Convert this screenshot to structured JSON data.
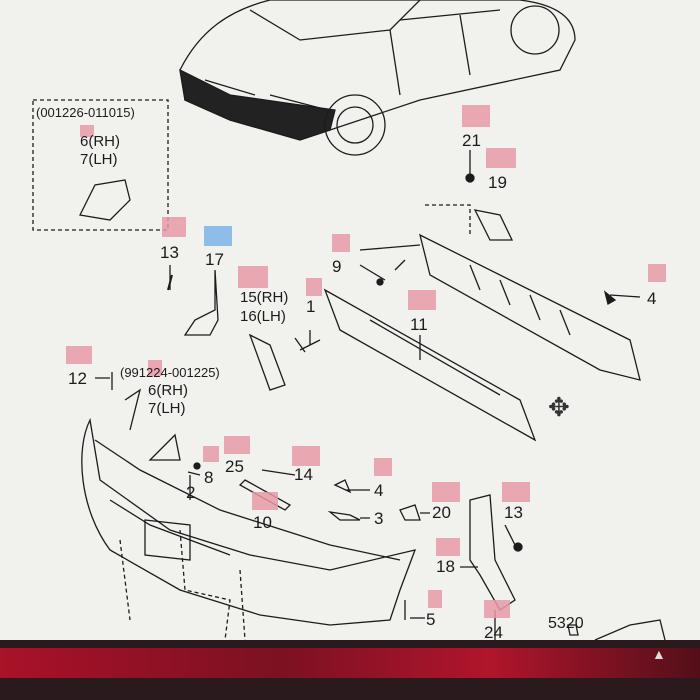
{
  "diagram": {
    "labels": {
      "range_a": "(001226-011015)",
      "p6_rh_a": "6(RH)",
      "p7_lh_a": "7(LH)",
      "p13_a": "13",
      "p17": "17",
      "p21": "21",
      "p19": "19",
      "p9": "9",
      "p4_a": "4",
      "p15_rh": "15(RH)",
      "p16_lh": "16(LH)",
      "p1": "1",
      "p11": "11",
      "p12": "12",
      "range_b": "(991224-001225)",
      "p6_rh_b": "6(RH)",
      "p7_lh_b": "7(LH)",
      "p8": "8",
      "p25": "25",
      "p14": "14",
      "p2": "2",
      "p4_b": "4",
      "p3": "3",
      "p10": "10",
      "p20": "20",
      "p13_b": "13",
      "p18": "18",
      "p5": "5",
      "p24": "24",
      "p5320": "5320"
    },
    "colors": {
      "highlight": "#e89aa6",
      "highlight_blue": "#7eb4e8",
      "line": "#1c1c1c"
    }
  },
  "cursor": {
    "icon": "move-cursor-icon",
    "glyph": "✥"
  },
  "taskbar": {
    "arrow_glyph": "▲"
  }
}
